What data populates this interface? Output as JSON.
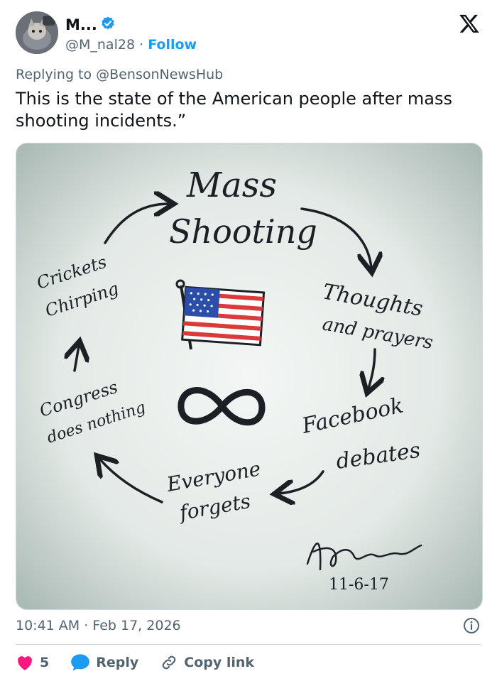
{
  "author": {
    "name": "M...",
    "handle": "@M_nal28",
    "separator": "·",
    "follow_label": "Follow"
  },
  "reply": {
    "prefix": "Replying to",
    "mention": "@BensonNewsHub"
  },
  "tweet_text": "This is the state of the American people after mass shooting incidents.”",
  "whiteboard": {
    "top": [
      "Mass",
      "Shooting"
    ],
    "right_top": [
      "Thoughts",
      "and prayers"
    ],
    "right_bottom": [
      "Facebook",
      "debates"
    ],
    "bottom": [
      "Everyone",
      "forgets"
    ],
    "left_bottom": [
      "Congress",
      "does nothing"
    ],
    "left_top": [
      "Crickets",
      "Chirping"
    ],
    "date": "11-6-17"
  },
  "timestamp": {
    "time": "10:41 AM",
    "separator": "·",
    "date": "Feb 17, 2026"
  },
  "actions": {
    "like_count": "5",
    "reply_label": "Reply",
    "copy_label": "Copy link"
  },
  "colors": {
    "brand_blue": "#1d9bf0",
    "like_red": "#f91880",
    "muted": "#536471",
    "marker": "#1c1f24"
  }
}
